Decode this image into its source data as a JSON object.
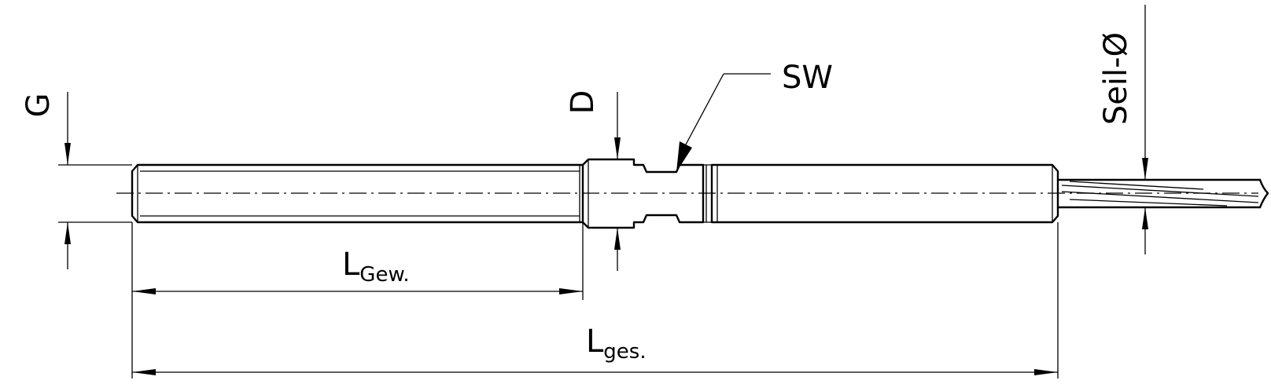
{
  "labels": {
    "g": "G",
    "d": "D",
    "sw": "SW",
    "seil": "Seil-Ø",
    "l_gew_main": "L",
    "l_gew_sub": "Gew.",
    "l_ges_main": "L",
    "l_ges_sub": "ges."
  }
}
